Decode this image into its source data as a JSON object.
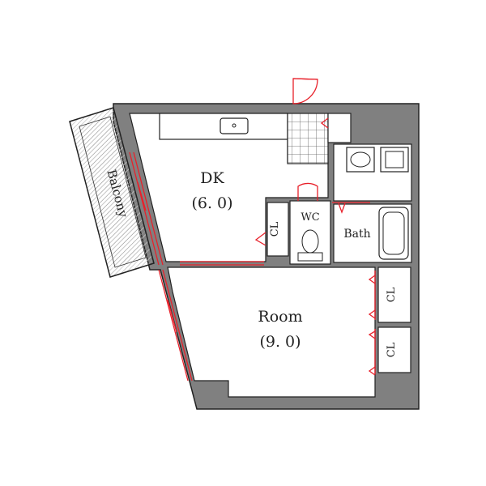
{
  "rooms": {
    "dk": {
      "name": "DK",
      "size": "(6. 0)"
    },
    "room": {
      "name": "Room",
      "size": "(9. 0)"
    },
    "wc": {
      "name": "WC"
    },
    "bath": {
      "name": "Bath"
    },
    "balcony": {
      "name": "Balcony"
    },
    "closets": [
      "CL",
      "CL",
      "CL"
    ]
  },
  "colors": {
    "wall": "#7f7f7f",
    "line": "#222222",
    "door": "#e8202a",
    "hatch": "#b0b0b0"
  }
}
